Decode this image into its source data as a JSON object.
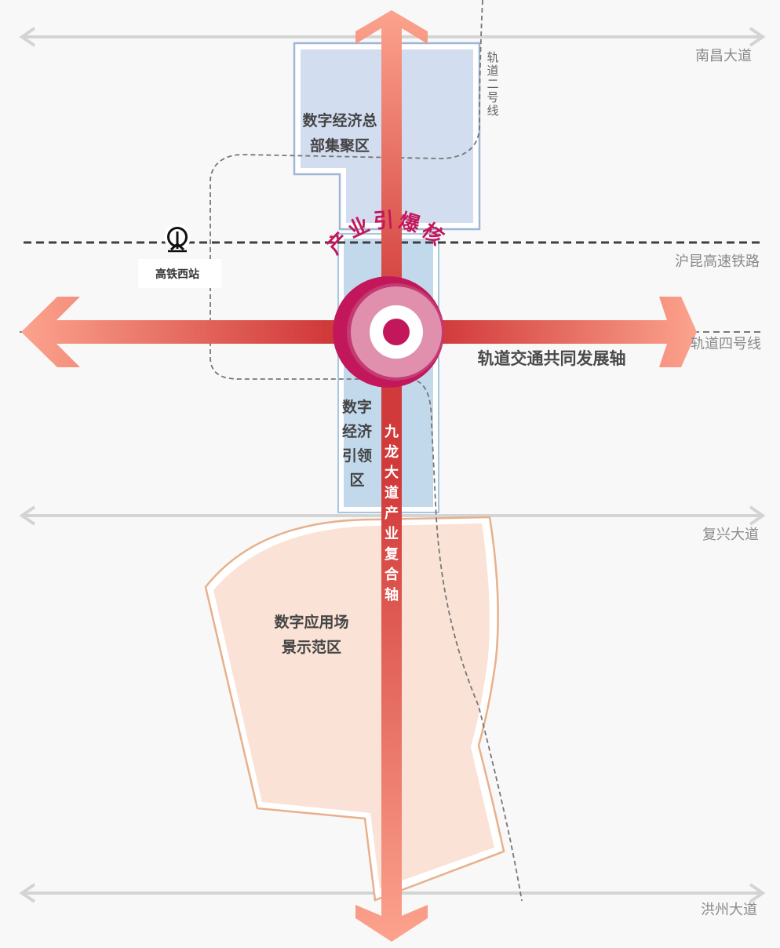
{
  "roads": {
    "nanchang": "南昌大道",
    "fuxing": "复兴大道",
    "hongzhou": "洪州大道"
  },
  "railway": {
    "hukun": "沪昆高速铁路",
    "station": "高铁西站"
  },
  "metro": {
    "line2": [
      "轨",
      "道",
      "二",
      "号",
      "线"
    ],
    "line4": "轨道四号线"
  },
  "zones": {
    "hq": [
      "数字经济总",
      "部集聚区"
    ],
    "lead": [
      "数字",
      "经济",
      "引领",
      "区"
    ],
    "app": [
      "数字应用场",
      "景示范区"
    ]
  },
  "axes": {
    "horizontal": "轨道交通共同发展轴",
    "vertical": [
      "九",
      "龙",
      "大",
      "道",
      "产",
      "业",
      "复",
      "合",
      "轴"
    ]
  },
  "core": {
    "label": [
      "产",
      "业",
      "引",
      "爆",
      "核"
    ]
  },
  "colors": {
    "zone_blue": "#d3ddf0",
    "zone_lightblue": "#c2d9ec",
    "zone_peach": "#fae3d6",
    "axis_red": "#d13a3a",
    "axis_salmon": "#fca38d",
    "core_magenta": "#c2185b",
    "core_pink": "#e08fad"
  },
  "icons": {
    "station": "railway-station-icon"
  }
}
